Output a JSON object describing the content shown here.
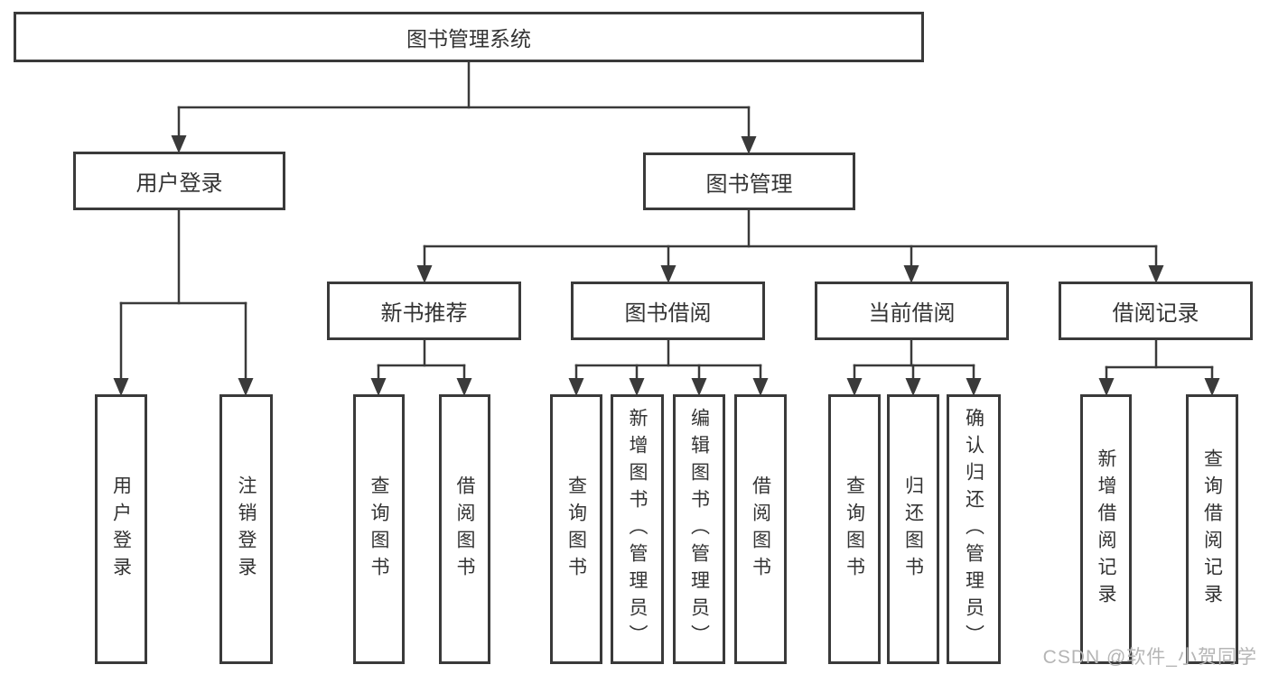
{
  "title": "图书管理系统",
  "user_section": {
    "label": "用户登录",
    "children": [
      "用户登录",
      "注销登录"
    ]
  },
  "book_section": {
    "label": "图书管理"
  },
  "sections": [
    {
      "label": "新书推荐",
      "children": [
        "查询图书",
        "借阅图书"
      ]
    },
    {
      "label": "图书借阅",
      "children": [
        "查询图书",
        "新增图书（管理员）",
        "编辑图书（管理员）",
        "借阅图书"
      ]
    },
    {
      "label": "当前借阅",
      "children": [
        "查询图书",
        "归还图书",
        "确认归还（管理员）"
      ]
    },
    {
      "label": "借阅记录",
      "children": [
        "新增借阅记录",
        "查询借阅记录"
      ]
    }
  ],
  "watermark": "CSDN @软件_小贺同学",
  "colors": {
    "line": "#3a3a3a",
    "text": "#333333",
    "watermark": "#b5b5b5"
  }
}
